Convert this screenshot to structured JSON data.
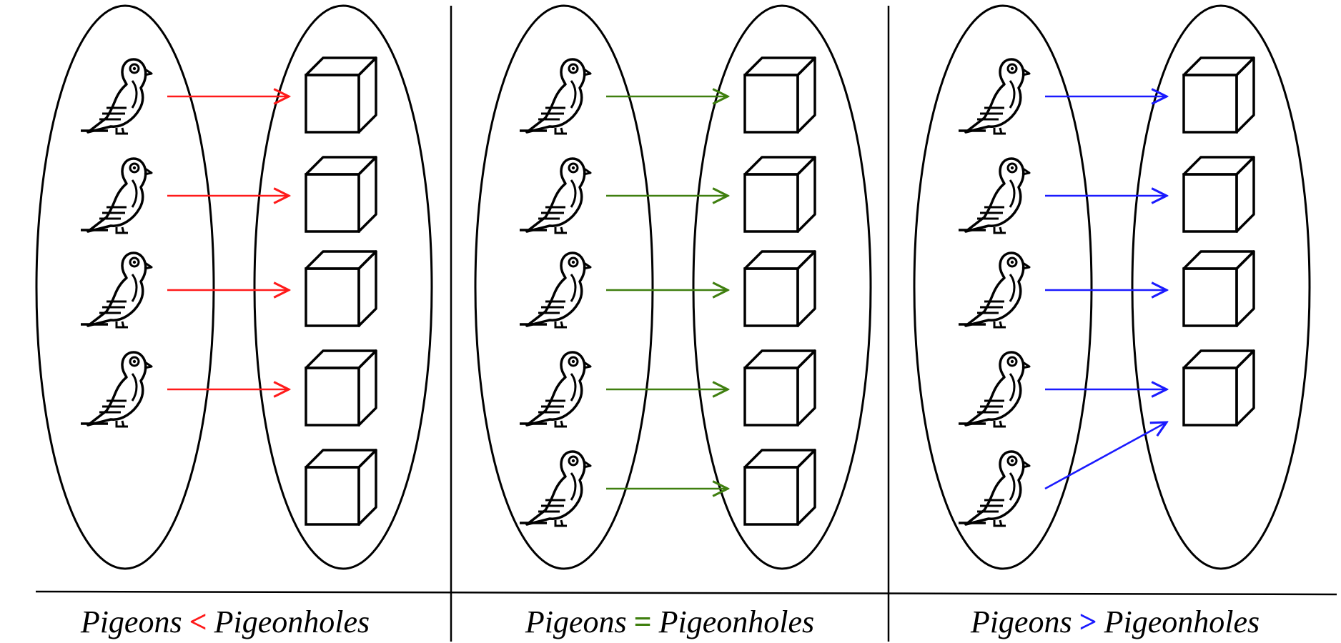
{
  "panels": [
    {
      "id": "fewer",
      "pigeons": 4,
      "holes": 5,
      "arrow_color": "#ff1a1a",
      "mapping": [
        0,
        1,
        2,
        3
      ],
      "caption": {
        "left": "Pigeons",
        "relation": "<",
        "right": "Pigeonholes"
      }
    },
    {
      "id": "equal",
      "pigeons": 5,
      "holes": 5,
      "arrow_color": "#3f7f0f",
      "mapping": [
        0,
        1,
        2,
        3,
        4
      ],
      "caption": {
        "left": "Pigeons",
        "relation": "=",
        "right": "Pigeonholes"
      }
    },
    {
      "id": "more",
      "pigeons": 5,
      "holes": 4,
      "arrow_color": "#1a1aff",
      "mapping": [
        0,
        1,
        2,
        3,
        3
      ],
      "caption": {
        "left": "Pigeons",
        "relation": ">",
        "right": "Pigeonholes"
      }
    }
  ],
  "icons": {
    "pigeon": "pigeon-icon",
    "hole": "pigeonhole-box-icon"
  }
}
